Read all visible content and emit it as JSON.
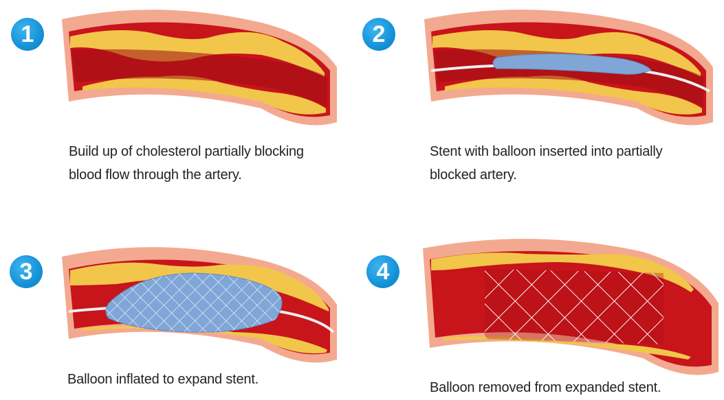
{
  "steps": [
    {
      "number": "1",
      "caption_line1": "Build up of cholesterol partially blocking",
      "caption_line2": "blood flow through the artery."
    },
    {
      "number": "2",
      "caption_line1": "Stent with balloon inserted into partially",
      "caption_line2": "blocked artery."
    },
    {
      "number": "3",
      "caption_line1": "Balloon inflated to expand stent.",
      "caption_line2": ""
    },
    {
      "number": "4",
      "caption_line1": "Balloon removed from expanded stent.",
      "caption_line2": ""
    }
  ],
  "colors": {
    "badge": "#1592d8",
    "artery_wall": "#f3a98f",
    "blood": "#c8141b",
    "plaque": "#f2c64a",
    "balloon": "#7fa6d6",
    "stent": "#f5f5f5"
  }
}
